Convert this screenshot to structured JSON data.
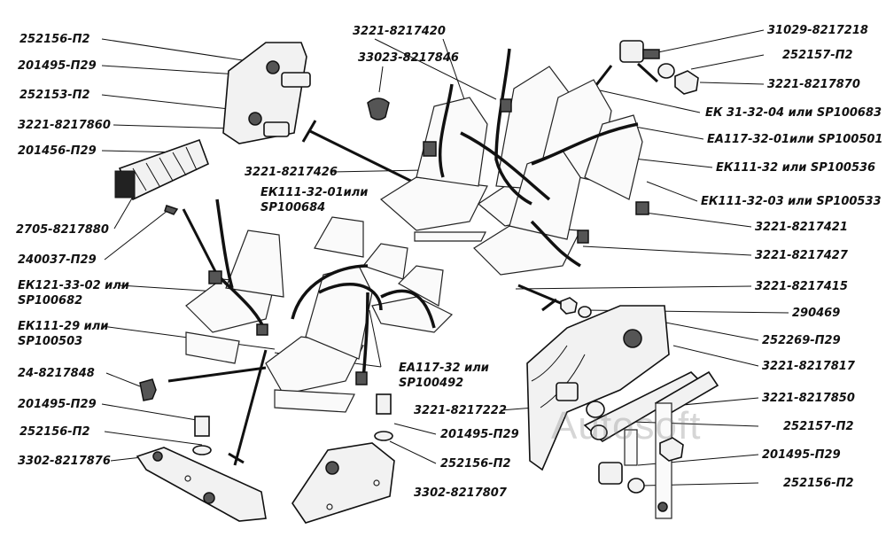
{
  "labels_left": {
    "l01": "252156-П2",
    "l02": "201495-П29",
    "l03": "252153-П2",
    "l04": "3221-8217860",
    "l05": "201456-П29",
    "l06": "2705-8217880",
    "l07": "240037-П29",
    "l08a": "ЕК121-33-02 или",
    "l08b": "SP100682",
    "l09a": "ЕК111-29 или",
    "l09b": "SP100503",
    "l10": "24-8217848",
    "l11": "201495-П29",
    "l12": "252156-П2",
    "l13": "3302-8217876"
  },
  "labels_center": {
    "c01": "3221-8217420",
    "c02": "33023-8217846",
    "c03": "3221-8217426",
    "c04a": "ЕК111-32-01или",
    "c04b": "SP100684",
    "c05a": "ЕА117-32 или",
    "c05b": "SP100492",
    "c06": "3221-8217222",
    "c07": "201495-П29",
    "c08": "252156-П2",
    "c09": "3302-8217807"
  },
  "labels_right": {
    "r01": "31029-8217218",
    "r02": "252157-П2",
    "r03": "3221-8217870",
    "r04": "ЕК 31-32-04 или SP100683",
    "r05": "ЕА117-32-01или SP100501",
    "r06": "ЕК111-32 или SP100536",
    "r07": "ЕК111-32-03 или SP100533",
    "r08": "3221-8217421",
    "r09": "3221-8217427",
    "r10": "3221-8217415",
    "r11": "290469",
    "r12": "252269-П29",
    "r13": "3221-8217817",
    "r14": "3221-8217850",
    "r15": "252157-П2",
    "r16": "201495-П29",
    "r17": "252156-П2"
  },
  "watermark": "Autosoft"
}
